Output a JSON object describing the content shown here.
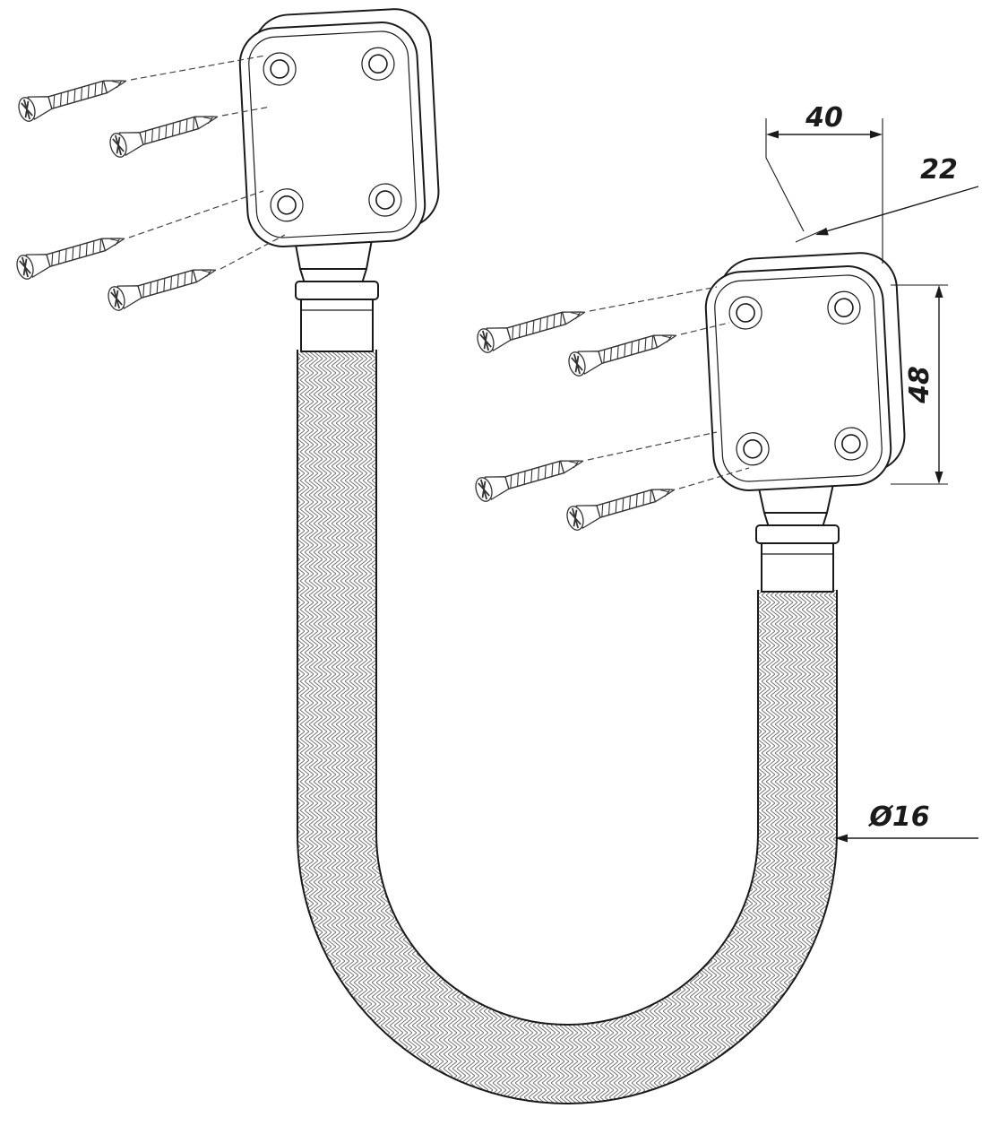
{
  "drawing": {
    "type": "exploded-technical-drawing-door-loop",
    "dim_top_width": "40",
    "dim_top_depth": "22",
    "dim_box_height": "48",
    "dim_conduit_diameter": "Ø16"
  },
  "colors": {
    "line": "#1a1a1a",
    "background": "#ffffff"
  }
}
